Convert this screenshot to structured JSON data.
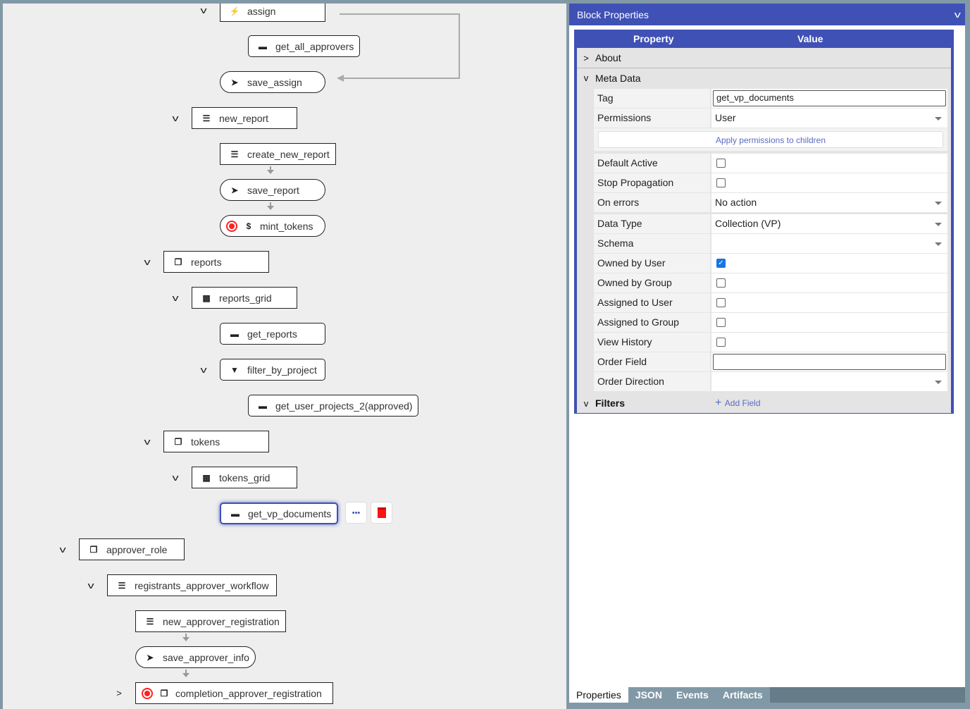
{
  "tree": {
    "nodes": [
      {
        "label": "assign",
        "icon": "bolt-icon"
      },
      {
        "label": "get_all_approvers",
        "icon": "folder-icon"
      },
      {
        "label": "save_assign",
        "icon": "send-icon"
      },
      {
        "label": "new_report",
        "icon": "form-icon"
      },
      {
        "label": "create_new_report",
        "icon": "request-icon"
      },
      {
        "label": "save_report",
        "icon": "send-icon"
      },
      {
        "label": "mint_tokens",
        "icon": "dollar-icon"
      },
      {
        "label": "reports",
        "icon": "container-icon"
      },
      {
        "label": "reports_grid",
        "icon": "grid-icon"
      },
      {
        "label": "get_reports",
        "icon": "folder-icon"
      },
      {
        "label": "filter_by_project",
        "icon": "filter-icon"
      },
      {
        "label": "get_user_projects_2(approved)",
        "icon": "folder-icon"
      },
      {
        "label": "tokens",
        "icon": "container-icon"
      },
      {
        "label": "tokens_grid",
        "icon": "grid-icon"
      },
      {
        "label": "get_vp_documents",
        "icon": "folder-icon"
      },
      {
        "label": "approver_role",
        "icon": "container-icon"
      },
      {
        "label": "registrants_approver_workflow",
        "icon": "form-icon"
      },
      {
        "label": "new_approver_registration",
        "icon": "request-icon"
      },
      {
        "label": "save_approver_info",
        "icon": "send-icon"
      },
      {
        "label": "completion_approver_registration",
        "icon": "container-icon"
      }
    ],
    "selected": "get_vp_documents",
    "actions": {
      "more": "•••"
    }
  },
  "panel": {
    "title": "Block Properties",
    "columns": {
      "property": "Property",
      "value": "Value"
    },
    "sections": {
      "about": "About",
      "meta": "Meta Data",
      "filters": "Filters"
    },
    "tag": {
      "label": "Tag",
      "value": "get_vp_documents"
    },
    "permissions": {
      "label": "Permissions",
      "value": "User"
    },
    "apply_button": "Apply permissions to children",
    "default_active": {
      "label": "Default Active",
      "checked": false
    },
    "stop_propagation": {
      "label": "Stop Propagation",
      "checked": false
    },
    "on_errors": {
      "label": "On errors",
      "value": "No action"
    },
    "data_type": {
      "label": "Data Type",
      "value": "Collection (VP)"
    },
    "schema": {
      "label": "Schema",
      "value": ""
    },
    "owned_by_user": {
      "label": "Owned by User",
      "checked": true
    },
    "owned_by_group": {
      "label": "Owned by Group",
      "checked": false
    },
    "assigned_to_user": {
      "label": "Assigned to User",
      "checked": false
    },
    "assigned_to_group": {
      "label": "Assigned to Group",
      "checked": false
    },
    "view_history": {
      "label": "View History",
      "checked": false
    },
    "order_field": {
      "label": "Order Field",
      "value": ""
    },
    "order_direction": {
      "label": "Order Direction",
      "value": ""
    },
    "add_field": "Add Field",
    "accent": "#3f51b5"
  },
  "tabs": [
    "Properties",
    "JSON",
    "Events",
    "Artifacts"
  ]
}
